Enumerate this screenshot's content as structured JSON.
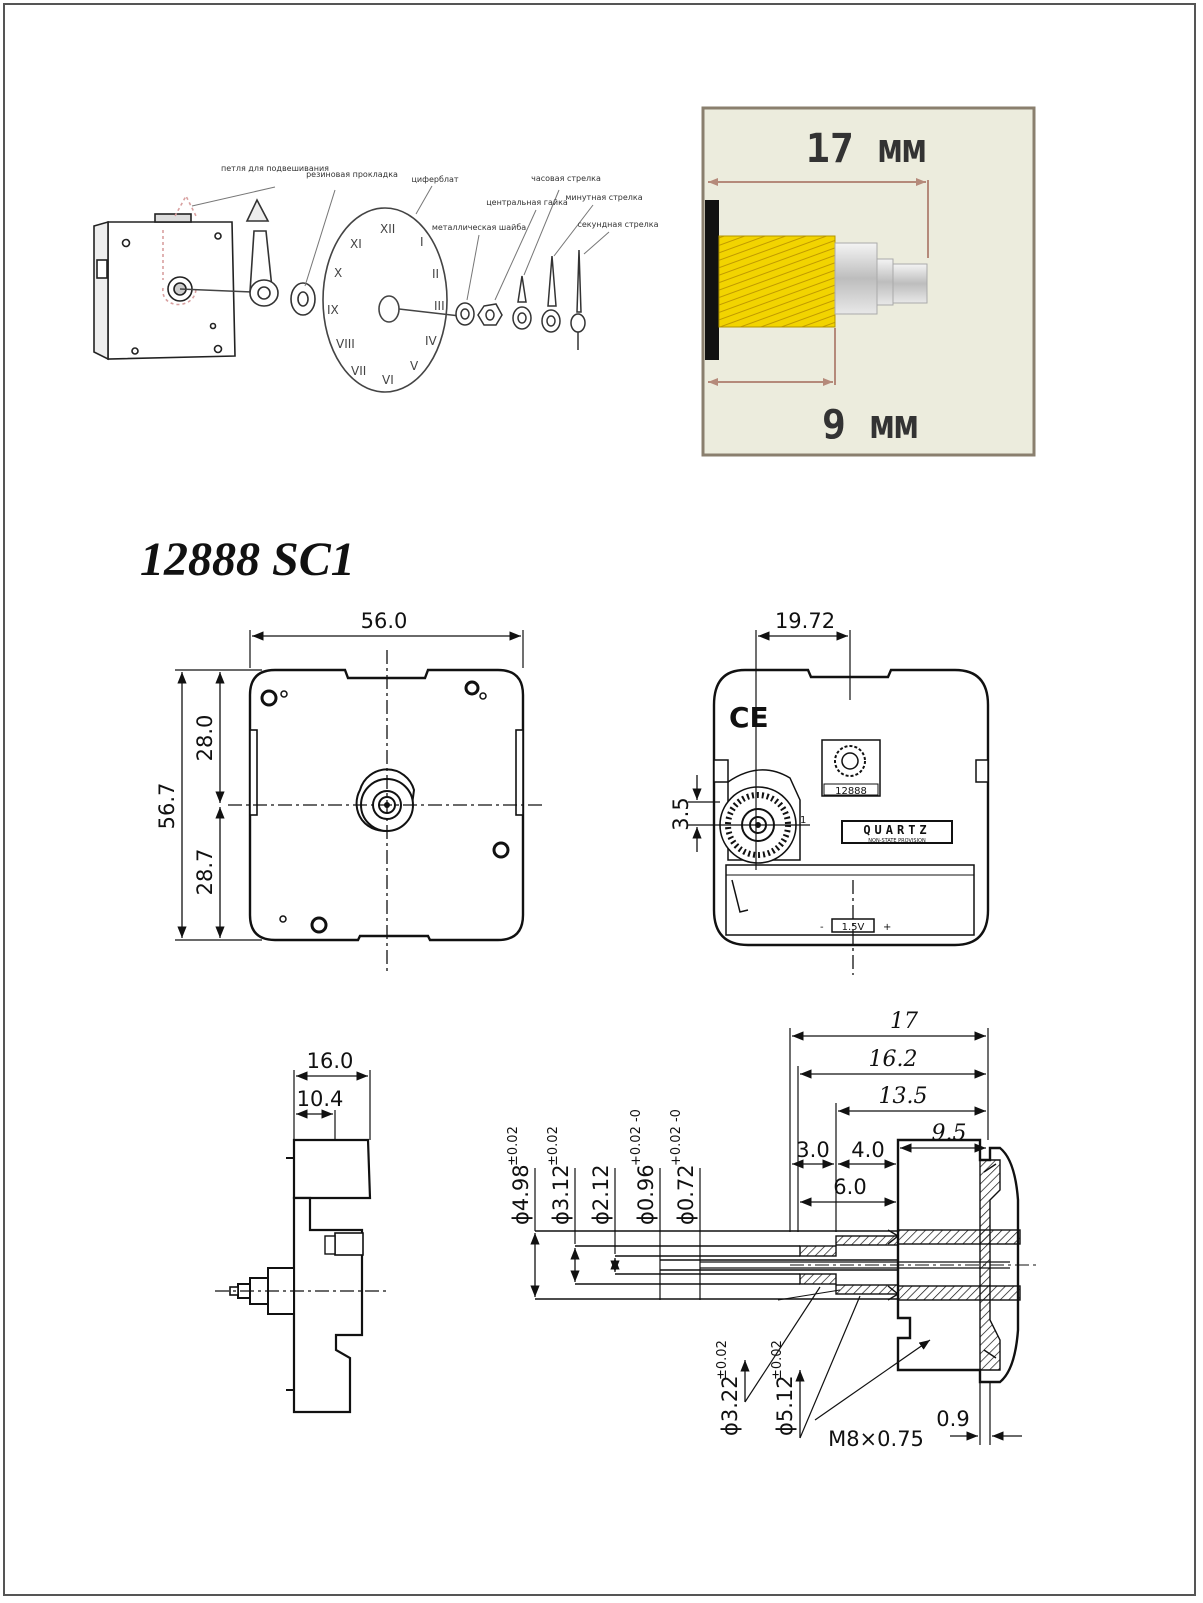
{
  "exploded_view": {
    "labels": {
      "hanger": "петля для подвешивания",
      "gasket": "резиновая прокладка",
      "dial": "циферблат",
      "washer": "металлическая шайба",
      "nut": "центральная гайка",
      "hour_hand": "часовая стрелка",
      "minute_hand": "минутная стрелка",
      "second_hand": "секундная стрелка"
    },
    "numerals": [
      "XII",
      "I",
      "II",
      "III",
      "IV",
      "V",
      "VI",
      "VII",
      "VIII",
      "IX",
      "X",
      "XI"
    ]
  },
  "photo": {
    "top_dim": "17 мм",
    "bottom_dim": "9 мм"
  },
  "model_title": "12888 SC1",
  "front_view": {
    "width": "56.0",
    "height": "56.7",
    "upper": "28.0",
    "lower": "28.7"
  },
  "back_view": {
    "offset": "19.72",
    "side": "3.5",
    "ce_mark": "CE",
    "logo_code": "12888",
    "quartz": "QUARTZ",
    "quartz_sub": "NON-STATE PROVISION",
    "battery": "1.5V",
    "minus": "-",
    "plus": "+"
  },
  "side_view": {
    "depth": "16.0",
    "body": "10.4"
  },
  "shaft": {
    "d1": "ϕ4.98",
    "d1_tol": "±0.02",
    "d2": "ϕ3.12",
    "d2_tol": "±0.02",
    "d3": "ϕ2.12",
    "d4": "ϕ0.96",
    "d4_tol": "+0.02 -0",
    "d5": "ϕ0.72",
    "d5_tol": "+0.02 -0",
    "l17": "17",
    "l16": "16.2",
    "l13": "13.5",
    "l9": "9.5",
    "l3": "3.0",
    "l4": "4.0",
    "l6": "6.0",
    "d6": "ϕ3.22",
    "d6_tol": "±0.02",
    "d7": "ϕ5.12",
    "d7_tol": "±0.02",
    "thread": "M8×0.75",
    "flange": "0.9"
  }
}
